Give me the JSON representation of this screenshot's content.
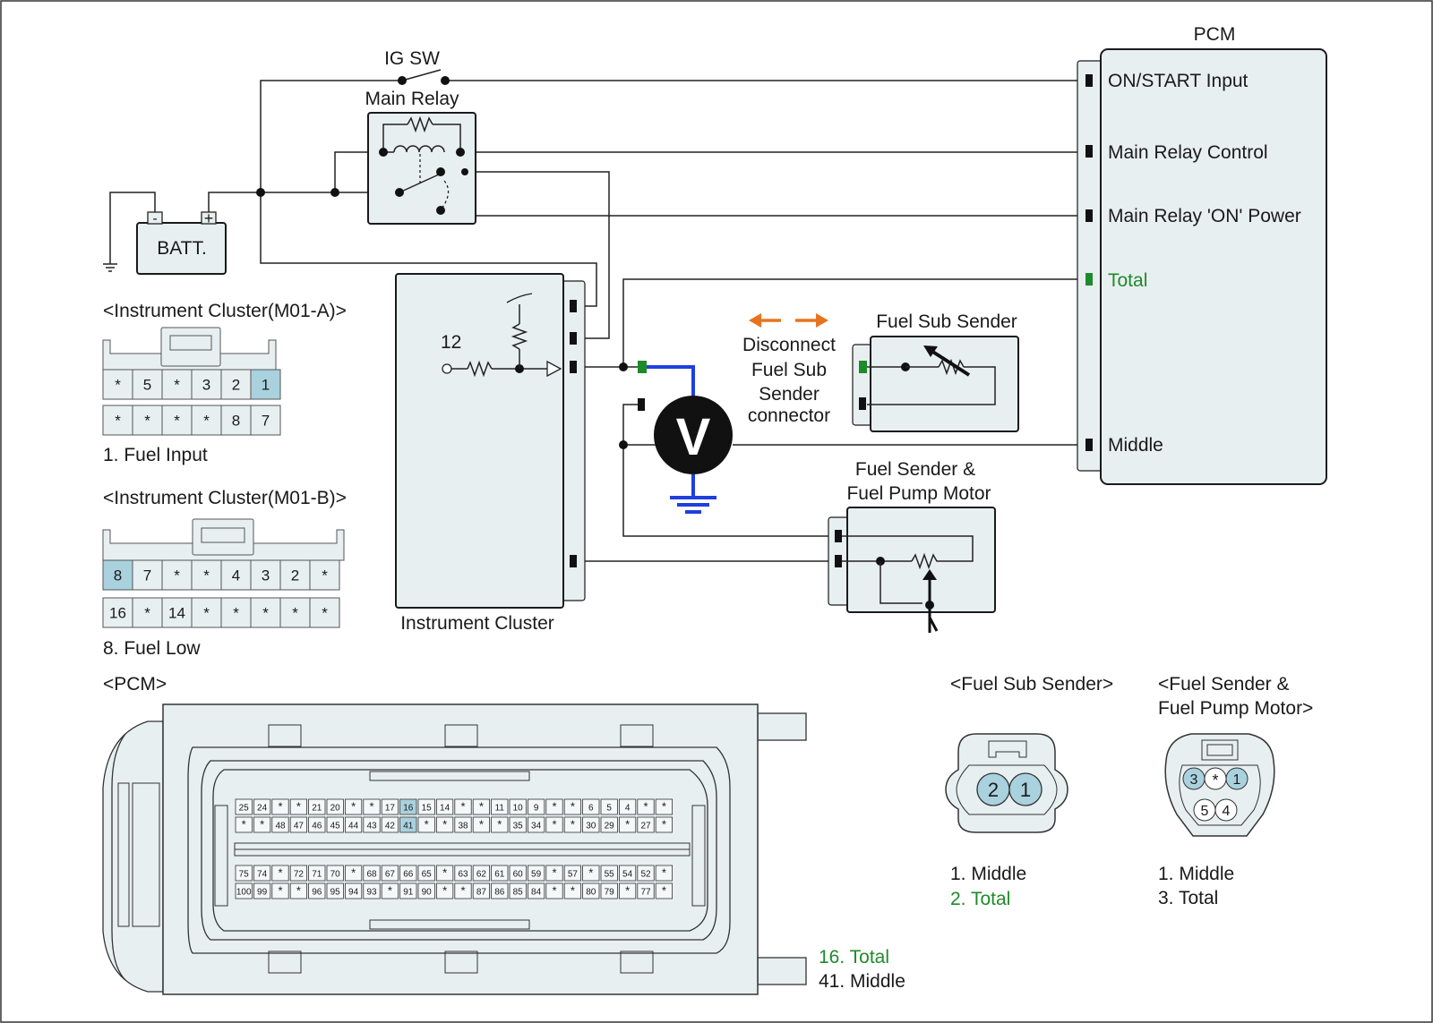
{
  "components": {
    "ig_sw": "IG SW",
    "main_relay": "Main Relay",
    "batt": "BATT.",
    "batt_minus": "-",
    "batt_plus": "+",
    "pcm_title": "PCM",
    "instrument_cluster": "Instrument Cluster",
    "ic_pin_num": "12",
    "voltmeter": "V",
    "fuel_sub_sender": "Fuel Sub Sender",
    "fuel_sender_line1": "Fuel Sender &",
    "fuel_sender_line2": "Fuel Pump Motor",
    "disconnect_note": [
      "Disconnect",
      "Fuel Sub",
      "Sender",
      "connector"
    ],
    "accent_green": "#1f8a2a",
    "accent_orange": "#e8731f",
    "accent_blue": "#1f3fe0",
    "highlight_pin": "#a9d1de"
  },
  "pcm_terminals": [
    {
      "label": "ON/START Input",
      "color": "#1a1a1a"
    },
    {
      "label": "Main Relay Control",
      "color": "#1a1a1a"
    },
    {
      "label": "Main Relay 'ON' Power",
      "color": "#1a1a1a"
    },
    {
      "label": "Total",
      "color": "#1f8a2a"
    },
    {
      "label": "Middle",
      "color": "#1a1a1a"
    }
  ],
  "cluster_a": {
    "title": "<Instrument Cluster(M01-A)>",
    "row1": [
      "*",
      "5",
      "*",
      "3",
      "2",
      "1"
    ],
    "row2": [
      "*",
      "*",
      "*",
      "*",
      "8",
      "7"
    ],
    "highlight": "1",
    "note": "1. Fuel Input"
  },
  "cluster_b": {
    "title": "<Instrument Cluster(M01-B)>",
    "row1": [
      "8",
      "7",
      "*",
      "*",
      "4",
      "3",
      "2",
      "*"
    ],
    "row2": [
      "16",
      "*",
      "14",
      "*",
      "*",
      "*",
      "*",
      "*"
    ],
    "highlight": "8",
    "note": "8. Fuel Low"
  },
  "pcm_connector": {
    "title": "<PCM>",
    "rows": [
      [
        "25",
        "24",
        "*",
        "*",
        "21",
        "20",
        "*",
        "*",
        "17",
        "16",
        "15",
        "14",
        "*",
        "*",
        "11",
        "10",
        "9",
        "*",
        "*",
        "6",
        "5",
        "4",
        "*",
        "*"
      ],
      [
        "*",
        "*",
        "48",
        "47",
        "46",
        "45",
        "44",
        "43",
        "42",
        "41",
        "*",
        "*",
        "38",
        "*",
        "*",
        "35",
        "34",
        "*",
        "*",
        "30",
        "29",
        "*",
        "27",
        "*"
      ],
      [
        "75",
        "74",
        "*",
        "72",
        "71",
        "70",
        "*",
        "68",
        "67",
        "66",
        "65",
        "*",
        "63",
        "62",
        "61",
        "60",
        "59",
        "*",
        "57",
        "*",
        "55",
        "54",
        "52",
        "*"
      ],
      [
        "100",
        "99",
        "*",
        "*",
        "96",
        "95",
        "94",
        "93",
        "*",
        "91",
        "90",
        "*",
        "*",
        "87",
        "86",
        "85",
        "84",
        "*",
        "*",
        "80",
        "79",
        "*",
        "77",
        "*"
      ]
    ],
    "highlight": [
      "16",
      "41"
    ],
    "note_total": "16. Total",
    "note_middle": "41. Middle"
  },
  "sub_sender_connector": {
    "title": "<Fuel Sub Sender>",
    "pins": [
      "2",
      "1"
    ],
    "note_middle": "1. Middle",
    "note_total": "2. Total"
  },
  "pump_connector": {
    "title_line1": "<Fuel Sender &",
    "title_line2": "Fuel Pump Motor>",
    "top_pins": [
      "3",
      "*",
      "1"
    ],
    "bottom_pins": [
      "5",
      "4"
    ],
    "note_middle": "1. Middle",
    "note_total": "3. Total"
  }
}
